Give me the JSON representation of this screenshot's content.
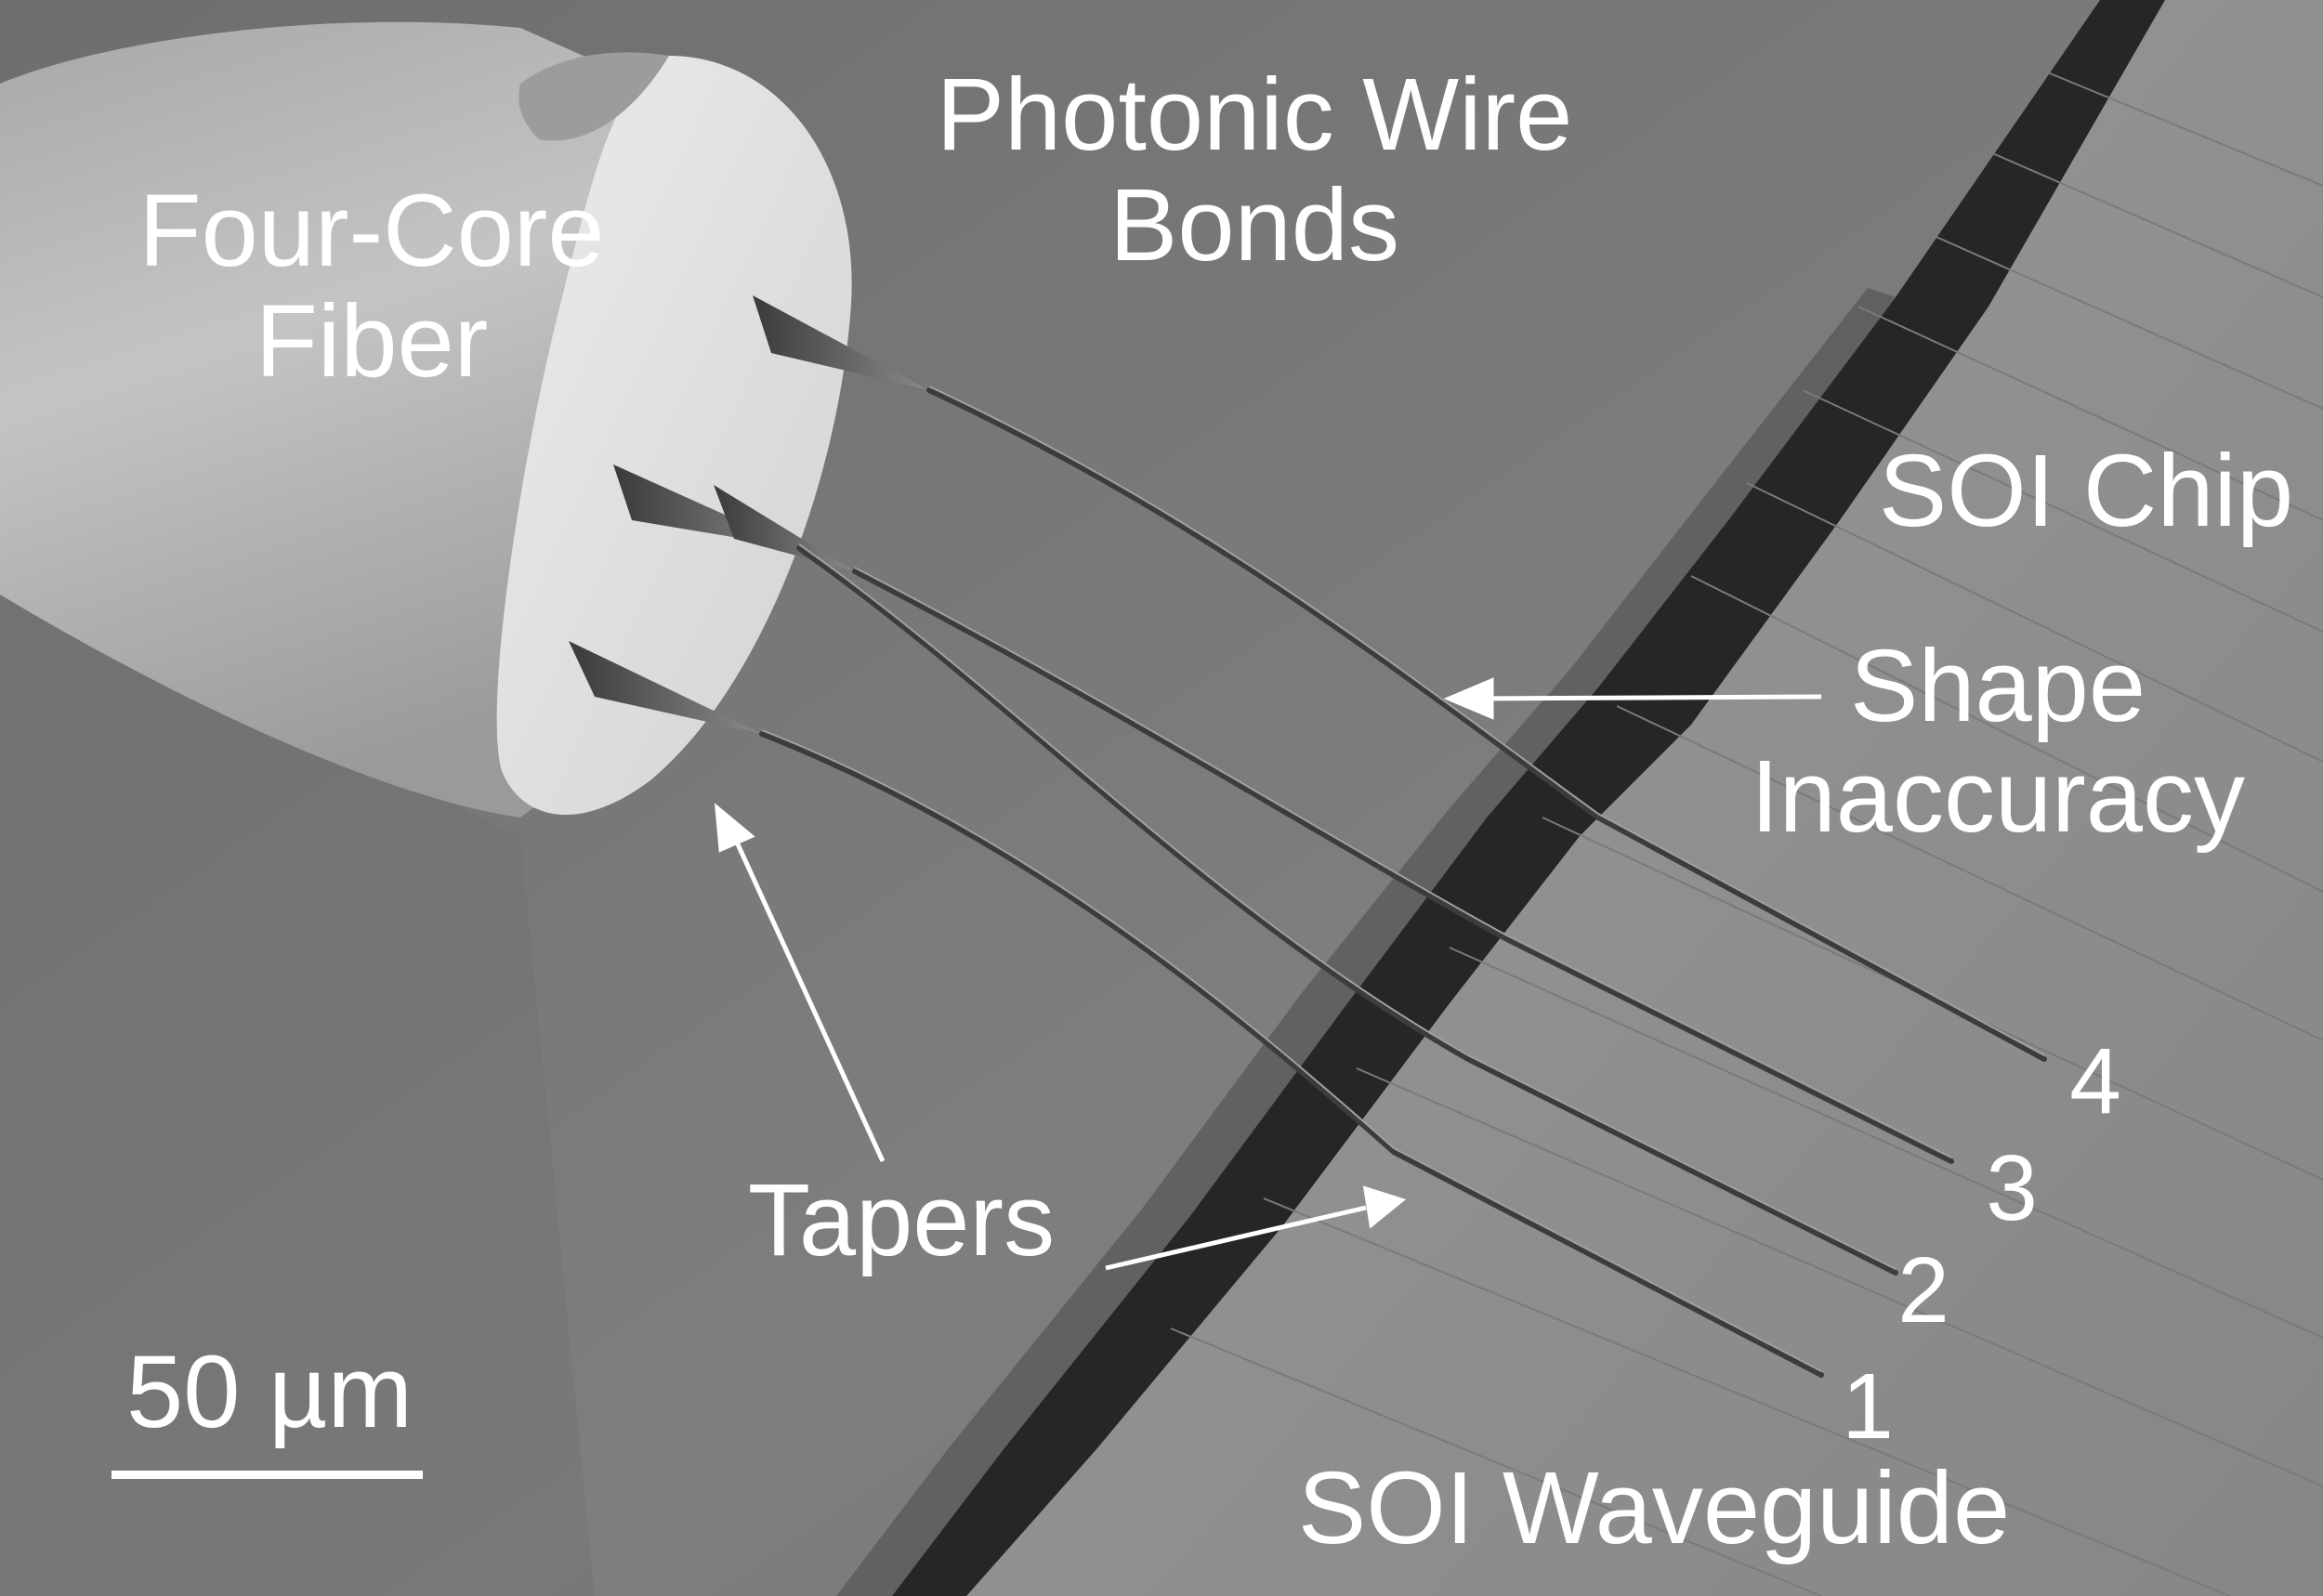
{
  "labels": {
    "fiber_line1": "Four-Core",
    "fiber_line2": "Fiber",
    "bonds_line1": "Photonic Wire",
    "bonds_line2": "Bonds",
    "chip": "SOI Chip",
    "shape_line1": "Shape",
    "shape_line2": "Inaccuracy",
    "tapers": "Tapers",
    "waveguide": "SOI Waveguide",
    "scale_bar": "50 µm"
  },
  "wire_numbers": [
    "1",
    "2",
    "3",
    "4"
  ],
  "colors": {
    "background": "#7c7c7c",
    "chip_surface": "#8f8f8f",
    "trench": "#262626",
    "fiber_body": "#b8b8b8",
    "fiber_face": "#dedede",
    "annotation": "#ffffff"
  }
}
